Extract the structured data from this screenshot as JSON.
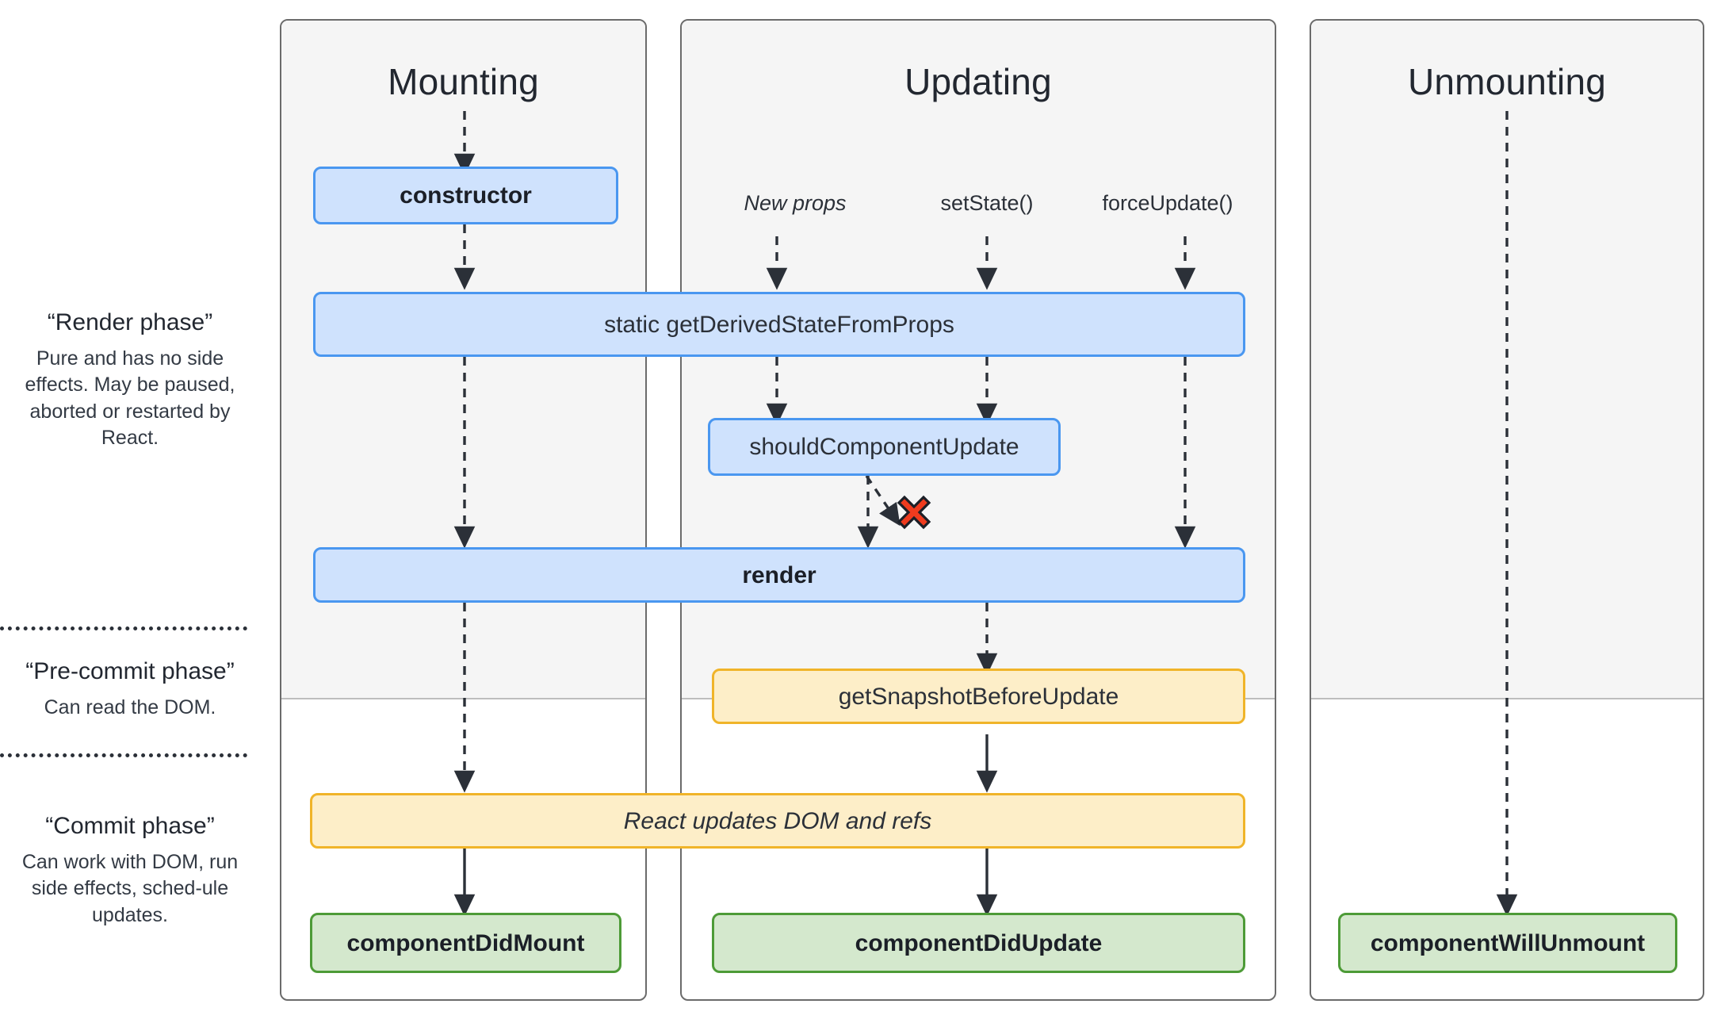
{
  "legend": [
    {
      "id": "render-phase",
      "title": "“Render phase”",
      "body": "Pure and has no side effects. May be paused, aborted or restarted by React."
    },
    {
      "id": "pre-commit-phase",
      "title": "“Pre-commit phase”",
      "body": "Can read the DOM."
    },
    {
      "id": "commit-phase",
      "title": "“Commit phase”",
      "body": "Can work with DOM, run side effects, sched-ule updates."
    }
  ],
  "columns": [
    {
      "id": "mounting",
      "title": "Mounting"
    },
    {
      "id": "updating",
      "title": "Updating"
    },
    {
      "id": "unmounting",
      "title": "Unmounting"
    }
  ],
  "triggers": [
    {
      "id": "new-props",
      "label": "New props",
      "style": "italic"
    },
    {
      "id": "set-state",
      "label": "setState()",
      "style": "normal"
    },
    {
      "id": "force-update",
      "label": "forceUpdate()",
      "style": "normal"
    }
  ],
  "nodes": [
    {
      "id": "constructor",
      "label": "constructor",
      "color": "blue",
      "text": "bold"
    },
    {
      "id": "get-derived-state",
      "label": "static getDerivedStateFromProps",
      "color": "blue",
      "text": "normal"
    },
    {
      "id": "should-component-update",
      "label": "shouldComponentUpdate",
      "color": "blue",
      "text": "normal"
    },
    {
      "id": "render",
      "label": "render",
      "color": "blue",
      "text": "bold"
    },
    {
      "id": "get-snapshot",
      "label": "getSnapshotBeforeUpdate",
      "color": "yellow",
      "text": "normal"
    },
    {
      "id": "react-updates-dom",
      "label": "React updates DOM and refs",
      "color": "yellow",
      "text": "italic"
    },
    {
      "id": "component-did-mount",
      "label": "componentDidMount",
      "color": "green",
      "text": "bold"
    },
    {
      "id": "component-did-update",
      "label": "componentDidUpdate",
      "color": "green",
      "text": "bold"
    },
    {
      "id": "component-will-unmount",
      "label": "componentWillUnmount",
      "color": "green",
      "text": "bold"
    }
  ],
  "marks": [
    {
      "id": "abort-mark",
      "icon": "red-x-icon",
      "fill": "#ef3b1e",
      "stroke": "#1b1f27"
    }
  ],
  "colors": {
    "panel_border": "#6b6b6b",
    "panel_top_bg": "#f5f5f5",
    "panel_bottom_bg": "#ffffff",
    "blue_fill": "#cfe2fd",
    "blue_border": "#4a97f0",
    "yellow_fill": "#fdeec8",
    "yellow_border": "#f0b429",
    "green_fill": "#d4e8cd",
    "green_border": "#4d9b37",
    "arrow": "#2b3038",
    "text": "#222730"
  }
}
